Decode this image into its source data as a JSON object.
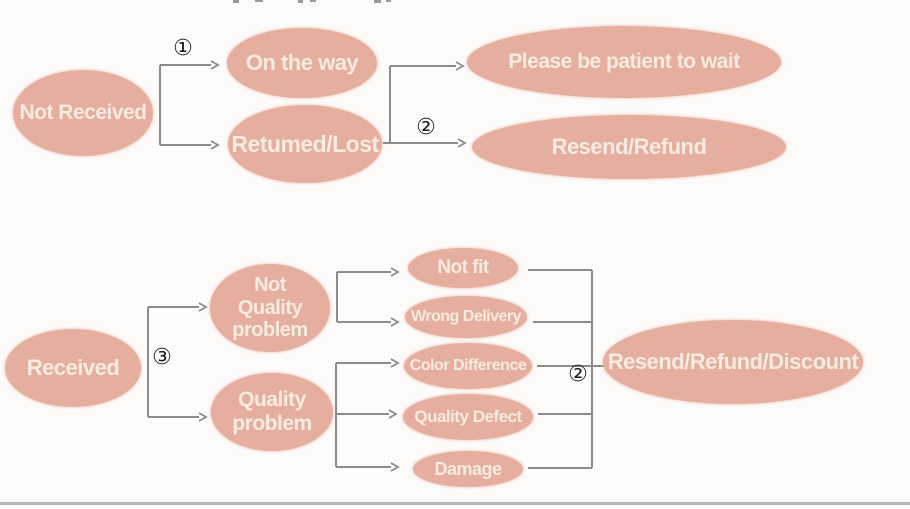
{
  "background": "#fcfbf9",
  "palette": {
    "ellipse_fill": "#e5ae9f",
    "ellipse_text": "#f5ebe1",
    "connector_gray": "#8c8c8c",
    "marker_text": "#1f1f1f",
    "bottom_rule": "#a9abae"
  },
  "nodes": {
    "not_received": {
      "label": "Not Received"
    },
    "on_the_way": {
      "label": "On the way"
    },
    "returned_lost": {
      "label": "Retumed/Lost"
    },
    "please_wait": {
      "label": "Please be patient to wait"
    },
    "resend_refund": {
      "label": "Resend/Refund"
    },
    "received": {
      "label": "Received"
    },
    "not_quality_problem": {
      "label": "Not Quality problem"
    },
    "quality_problem": {
      "label": "Quality problem"
    },
    "not_fit": {
      "label": "Not fit"
    },
    "wrong_delivery": {
      "label": "Wrong Delivery"
    },
    "color_difference": {
      "label": "Color Difference"
    },
    "quality_defect": {
      "label": "Quality Defect"
    },
    "damage": {
      "label": "Damage"
    },
    "resend_refund_discount": {
      "label": "Resend/Refund/Discount"
    }
  },
  "markers": {
    "step1": "①",
    "step2_top": "②",
    "step3": "③",
    "step2_bottom": "②"
  },
  "edges": [
    "Not Received → On the way (①)",
    "Not Received → Retumed/Lost",
    "On the way / Retumed/Lost → Please be patient to wait",
    "On the way / Retumed/Lost → Resend/Refund (②)",
    "Received → Not Quality problem (③)",
    "Received → Quality problem",
    "Not Quality problem → Not fit",
    "Not Quality problem → Wrong Delivery",
    "Quality problem → Color Difference",
    "Quality problem → Quality Defect",
    "Quality problem → Damage",
    "Not fit / Wrong Delivery / Color Difference / Quality Defect / Damage → Resend/Refund/Discount (②)"
  ]
}
